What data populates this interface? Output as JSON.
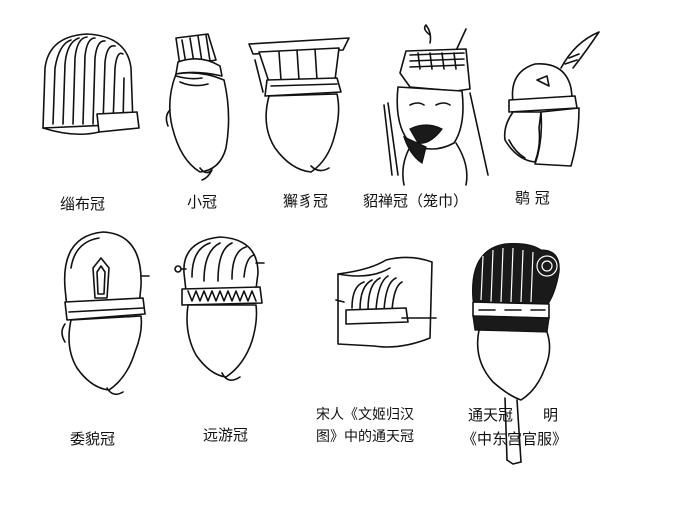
{
  "captions": {
    "c1": "缁布冠",
    "c2": "小冠",
    "c3": "獬豸冠",
    "c4": "貂禅冠（笼巾）",
    "c5": "鹖 冠",
    "c6": "委貌冠",
    "c7": "远游冠",
    "c8_line1": "宋人《文姬归汉",
    "c8_line2": "图》中的通天冠",
    "c9_line1": "通天冠　　明",
    "c9_line2": "《中东宫官服》"
  }
}
